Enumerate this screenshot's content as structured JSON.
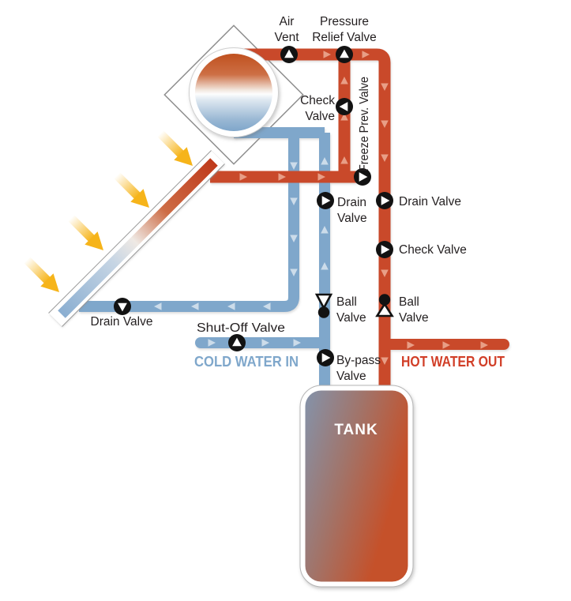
{
  "diagram": {
    "labels": {
      "air_vent": [
        "Air",
        "Vent"
      ],
      "pressure_relief_valve": [
        "Pressure",
        "Relief Valve"
      ],
      "check_valve_top": [
        "Check",
        "Valve"
      ],
      "freeze_prev_valve": "Freeze Prev. Valve",
      "drain_valve_loop": [
        "Drain",
        "Valve"
      ],
      "drain_valve_hot": "Drain Valve",
      "check_valve_hot": "Check Valve",
      "ball_valve_cold": [
        "Ball",
        "Valve"
      ],
      "ball_valve_hot": [
        "Ball",
        "Valve"
      ],
      "bypass_valve": [
        "By-pass",
        "Valve"
      ],
      "shutoff_valve": "Shut-Off Valve",
      "drain_valve_collector": "Drain Valve",
      "cold_water_in": "COLD WATER IN",
      "hot_water_out": "HOT WATER OUT",
      "tank": "TANK"
    },
    "icons": [
      "air-vent-valve-icon",
      "pressure-relief-valve-icon",
      "check-valve-top-icon",
      "freeze-prev-valve-icon",
      "drain-valve-loop-icon",
      "drain-valve-hot-icon",
      "check-valve-hot-icon",
      "ball-valve-cold-icon",
      "ball-valve-hot-icon",
      "bypass-valve-icon",
      "shutoff-valve-icon",
      "drain-valve-collector-icon",
      "sun-ray-icon",
      "solar-collector",
      "collector-storage-circle",
      "storage-tank"
    ]
  },
  "colors": {
    "hot_pipe": "#c9492c",
    "cold_pipe": "#7fa7cb",
    "hot_arrow": "#e89e86",
    "cold_arrow": "#ccdcea",
    "hot_text": "#d13e27",
    "cold_text": "#7fa7cb",
    "label_text": "#231f20",
    "sun_arrow": "#f6b41a",
    "valve_black": "#121212",
    "collector_hot_end": "#bf3a1b",
    "collector_cold_end": "#8aaed1",
    "circle_hot_top": "#c0511f",
    "circle_cold_bottom": "#7fa6ca",
    "tank_left": "#8493aa",
    "tank_right": "#c5512a"
  }
}
